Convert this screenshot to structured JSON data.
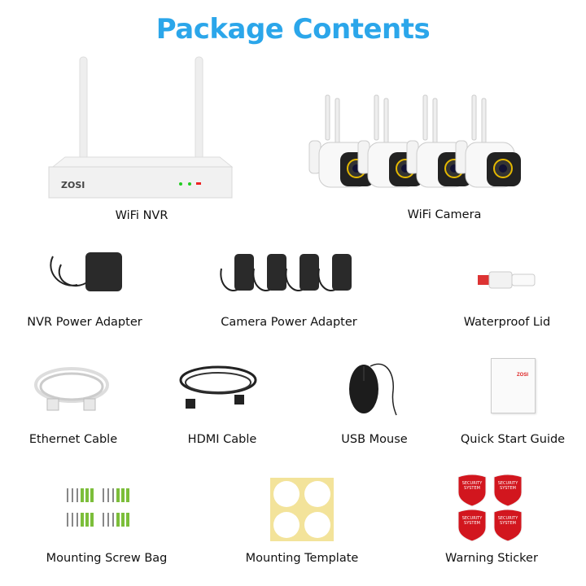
{
  "title": "Package Contents",
  "brand_color": "#2ba6ea",
  "brand_logo": "ZOSI",
  "sticker_text": "SECURITY SYSTEM",
  "items": [
    {
      "label": "WiFi NVR",
      "icon": "nvr-image"
    },
    {
      "label": "WiFi Camera",
      "icon": "camera-image"
    },
    {
      "label": "NVR Power Adapter",
      "icon": "power-adapter-image"
    },
    {
      "label": "Camera Power Adapter",
      "icon": "power-adapters-image"
    },
    {
      "label": "Waterproof Lid",
      "icon": "waterproof-lid-image"
    },
    {
      "label": "Ethernet Cable",
      "icon": "ethernet-cable-image"
    },
    {
      "label": "HDMI Cable",
      "icon": "hdmi-cable-image"
    },
    {
      "label": "USB Mouse",
      "icon": "usb-mouse-image"
    },
    {
      "label": "Quick Start Guide",
      "icon": "guide-image"
    },
    {
      "label": "Mounting Screw Bag",
      "icon": "screw-bag-image"
    },
    {
      "label": "Mounting Template",
      "icon": "template-image"
    },
    {
      "label": "Warning Sticker",
      "icon": "sticker-image"
    }
  ]
}
